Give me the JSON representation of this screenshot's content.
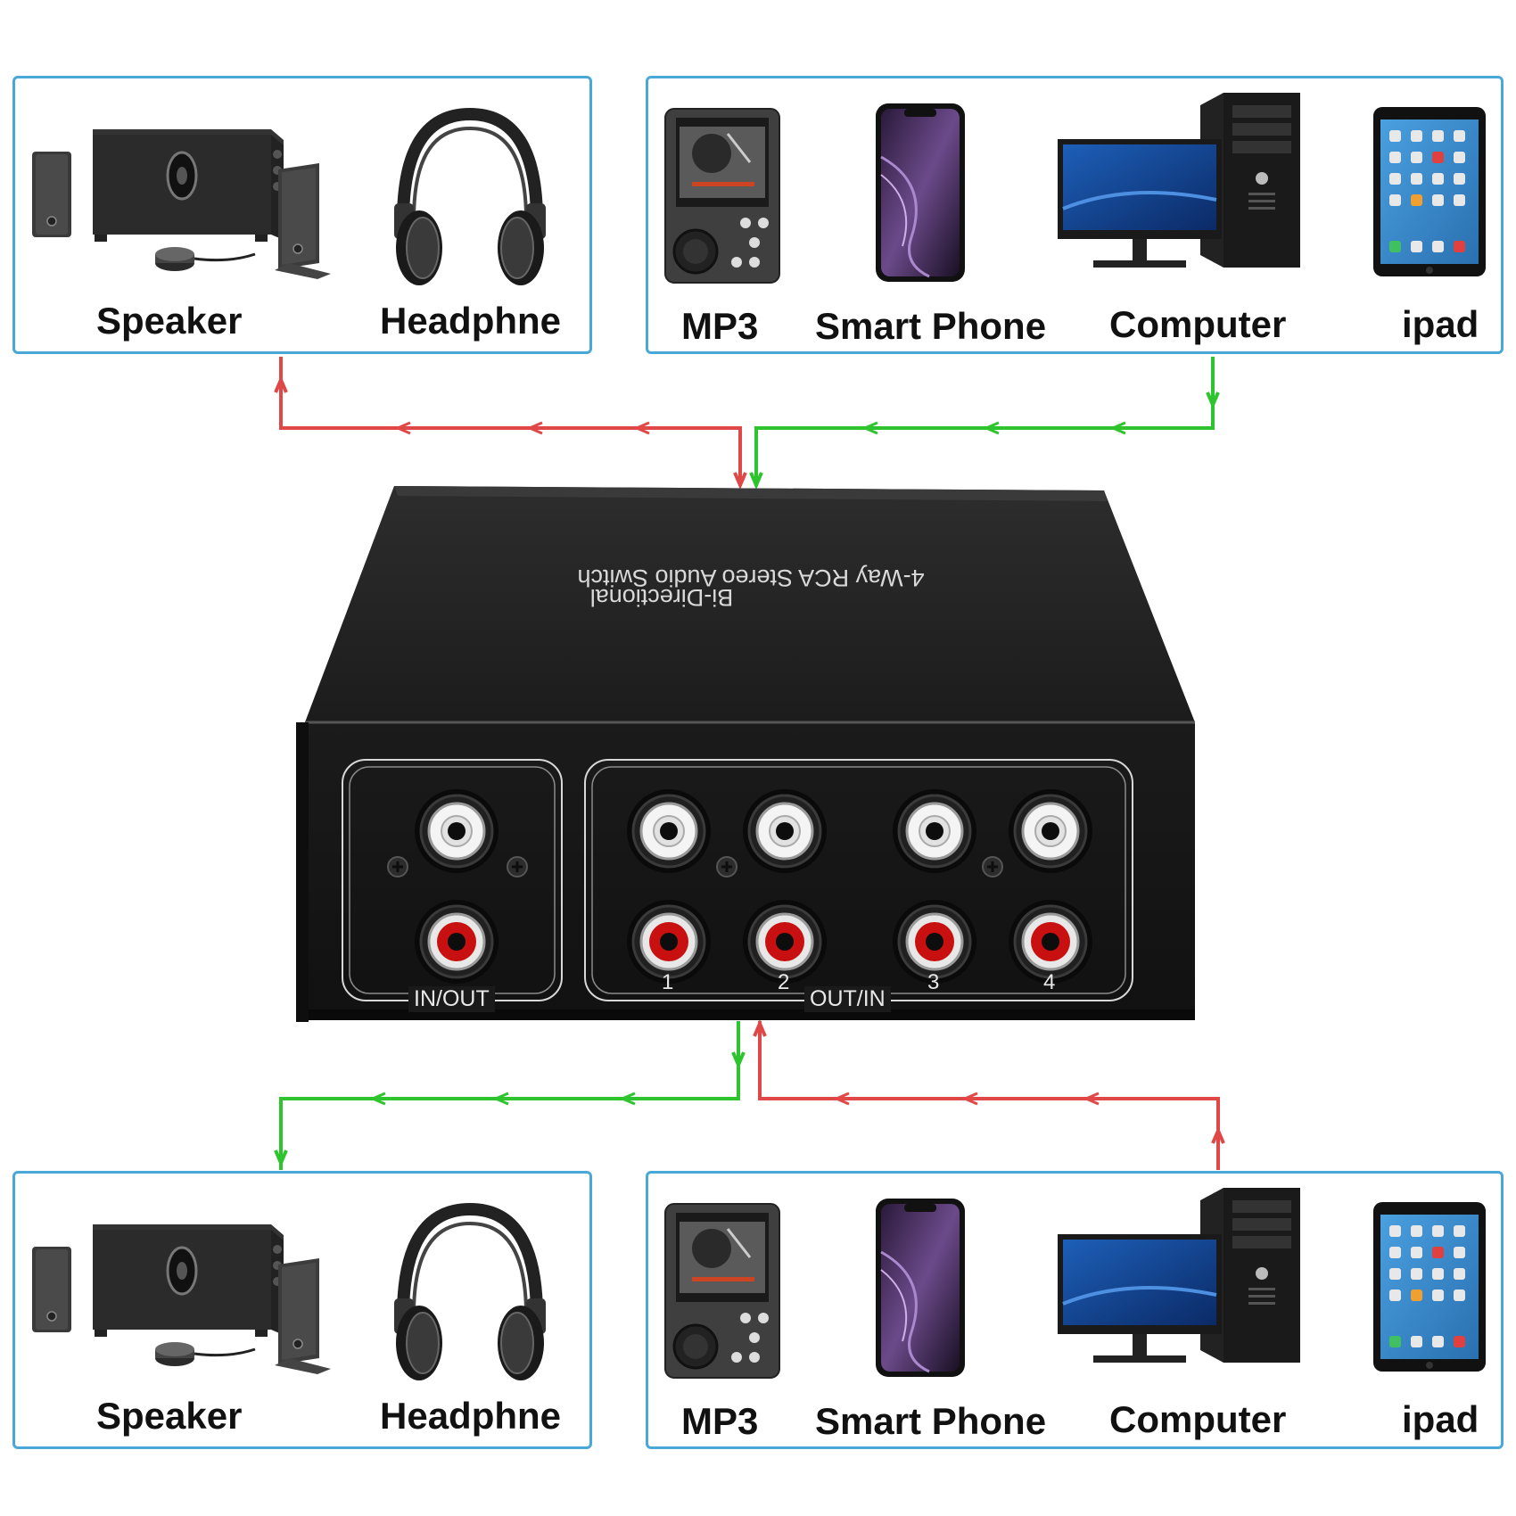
{
  "colors": {
    "panel_border": "#4aa8d8",
    "signal_out": "#e04848",
    "signal_in": "#2ec42e",
    "jack_white": "#f2f2f2",
    "jack_red": "#c81010",
    "box": "#1e1e1e"
  },
  "top_left_panel": {
    "devices": [
      {
        "label": "Speaker",
        "icon": "speaker-system-icon"
      },
      {
        "label": "Headphne",
        "icon": "headphones-icon"
      }
    ]
  },
  "top_right_panel": {
    "devices": [
      {
        "label": "MP3",
        "icon": "mp3-player-icon"
      },
      {
        "label": "Smart Phone",
        "icon": "smartphone-icon"
      },
      {
        "label": "Computer",
        "icon": "desktop-computer-icon"
      },
      {
        "label": "ipad",
        "icon": "tablet-icon"
      }
    ]
  },
  "bottom_left_panel": {
    "devices": [
      {
        "label": "Speaker",
        "icon": "speaker-system-icon"
      },
      {
        "label": "Headphne",
        "icon": "headphones-icon"
      }
    ]
  },
  "bottom_right_panel": {
    "devices": [
      {
        "label": "MP3",
        "icon": "mp3-player-icon"
      },
      {
        "label": "Smart Phone",
        "icon": "smartphone-icon"
      },
      {
        "label": "Computer",
        "icon": "desktop-computer-icon"
      },
      {
        "label": "ipad",
        "icon": "tablet-icon"
      }
    ]
  },
  "switch_box": {
    "top_text_line1": "4-Way RCA Stereo Audio Switch",
    "top_text_line2": "Bi-Directional",
    "in_out_label": "IN/OUT",
    "out_in_label": "OUT/IN",
    "port_numbers": [
      "1",
      "2",
      "3",
      "4"
    ]
  }
}
